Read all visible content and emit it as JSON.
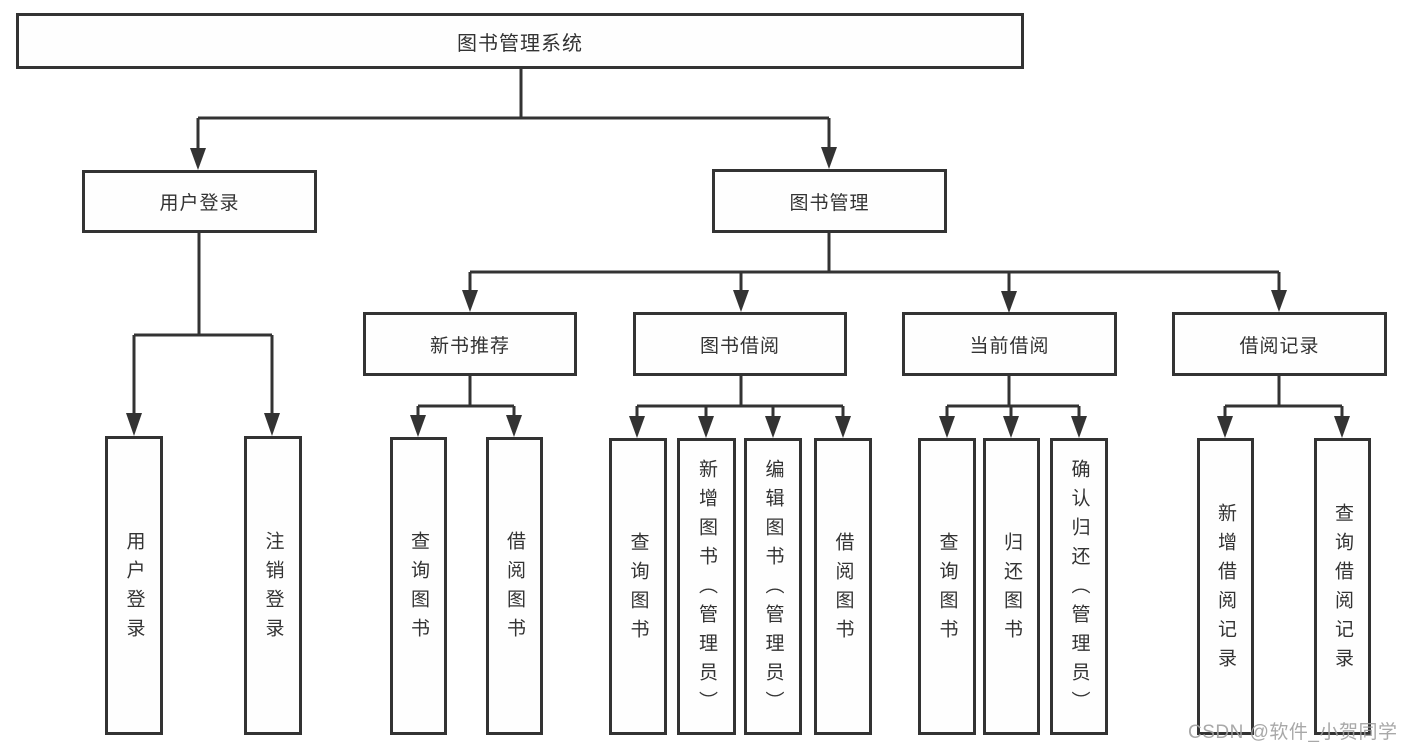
{
  "diagram_type": "hierarchy-tree",
  "colors": {
    "line": "#333333",
    "box_border": "#333333",
    "box_text": "#333333",
    "background": "#ffffff",
    "watermark": "#9e9e9e"
  },
  "tree": {
    "label": "图书管理系统",
    "children": [
      {
        "label": "用户登录",
        "children": [
          {
            "label": "用户登录"
          },
          {
            "label": "注销登录"
          }
        ]
      },
      {
        "label": "图书管理",
        "children": [
          {
            "label": "新书推荐",
            "children": [
              {
                "label": "查询图书"
              },
              {
                "label": "借阅图书"
              }
            ]
          },
          {
            "label": "图书借阅",
            "children": [
              {
                "label": "查询图书"
              },
              {
                "label": "新增图书（管理员）"
              },
              {
                "label": "编辑图书（管理员）"
              },
              {
                "label": "借阅图书"
              }
            ]
          },
          {
            "label": "当前借阅",
            "children": [
              {
                "label": "查询图书"
              },
              {
                "label": "归还图书"
              },
              {
                "label": "确认归还（管理员）"
              }
            ]
          },
          {
            "label": "借阅记录",
            "children": [
              {
                "label": "新增借阅记录"
              },
              {
                "label": "查询借阅记录"
              }
            ]
          }
        ]
      }
    ]
  },
  "watermark": {
    "text": "CSDN @软件_小贺同学"
  }
}
